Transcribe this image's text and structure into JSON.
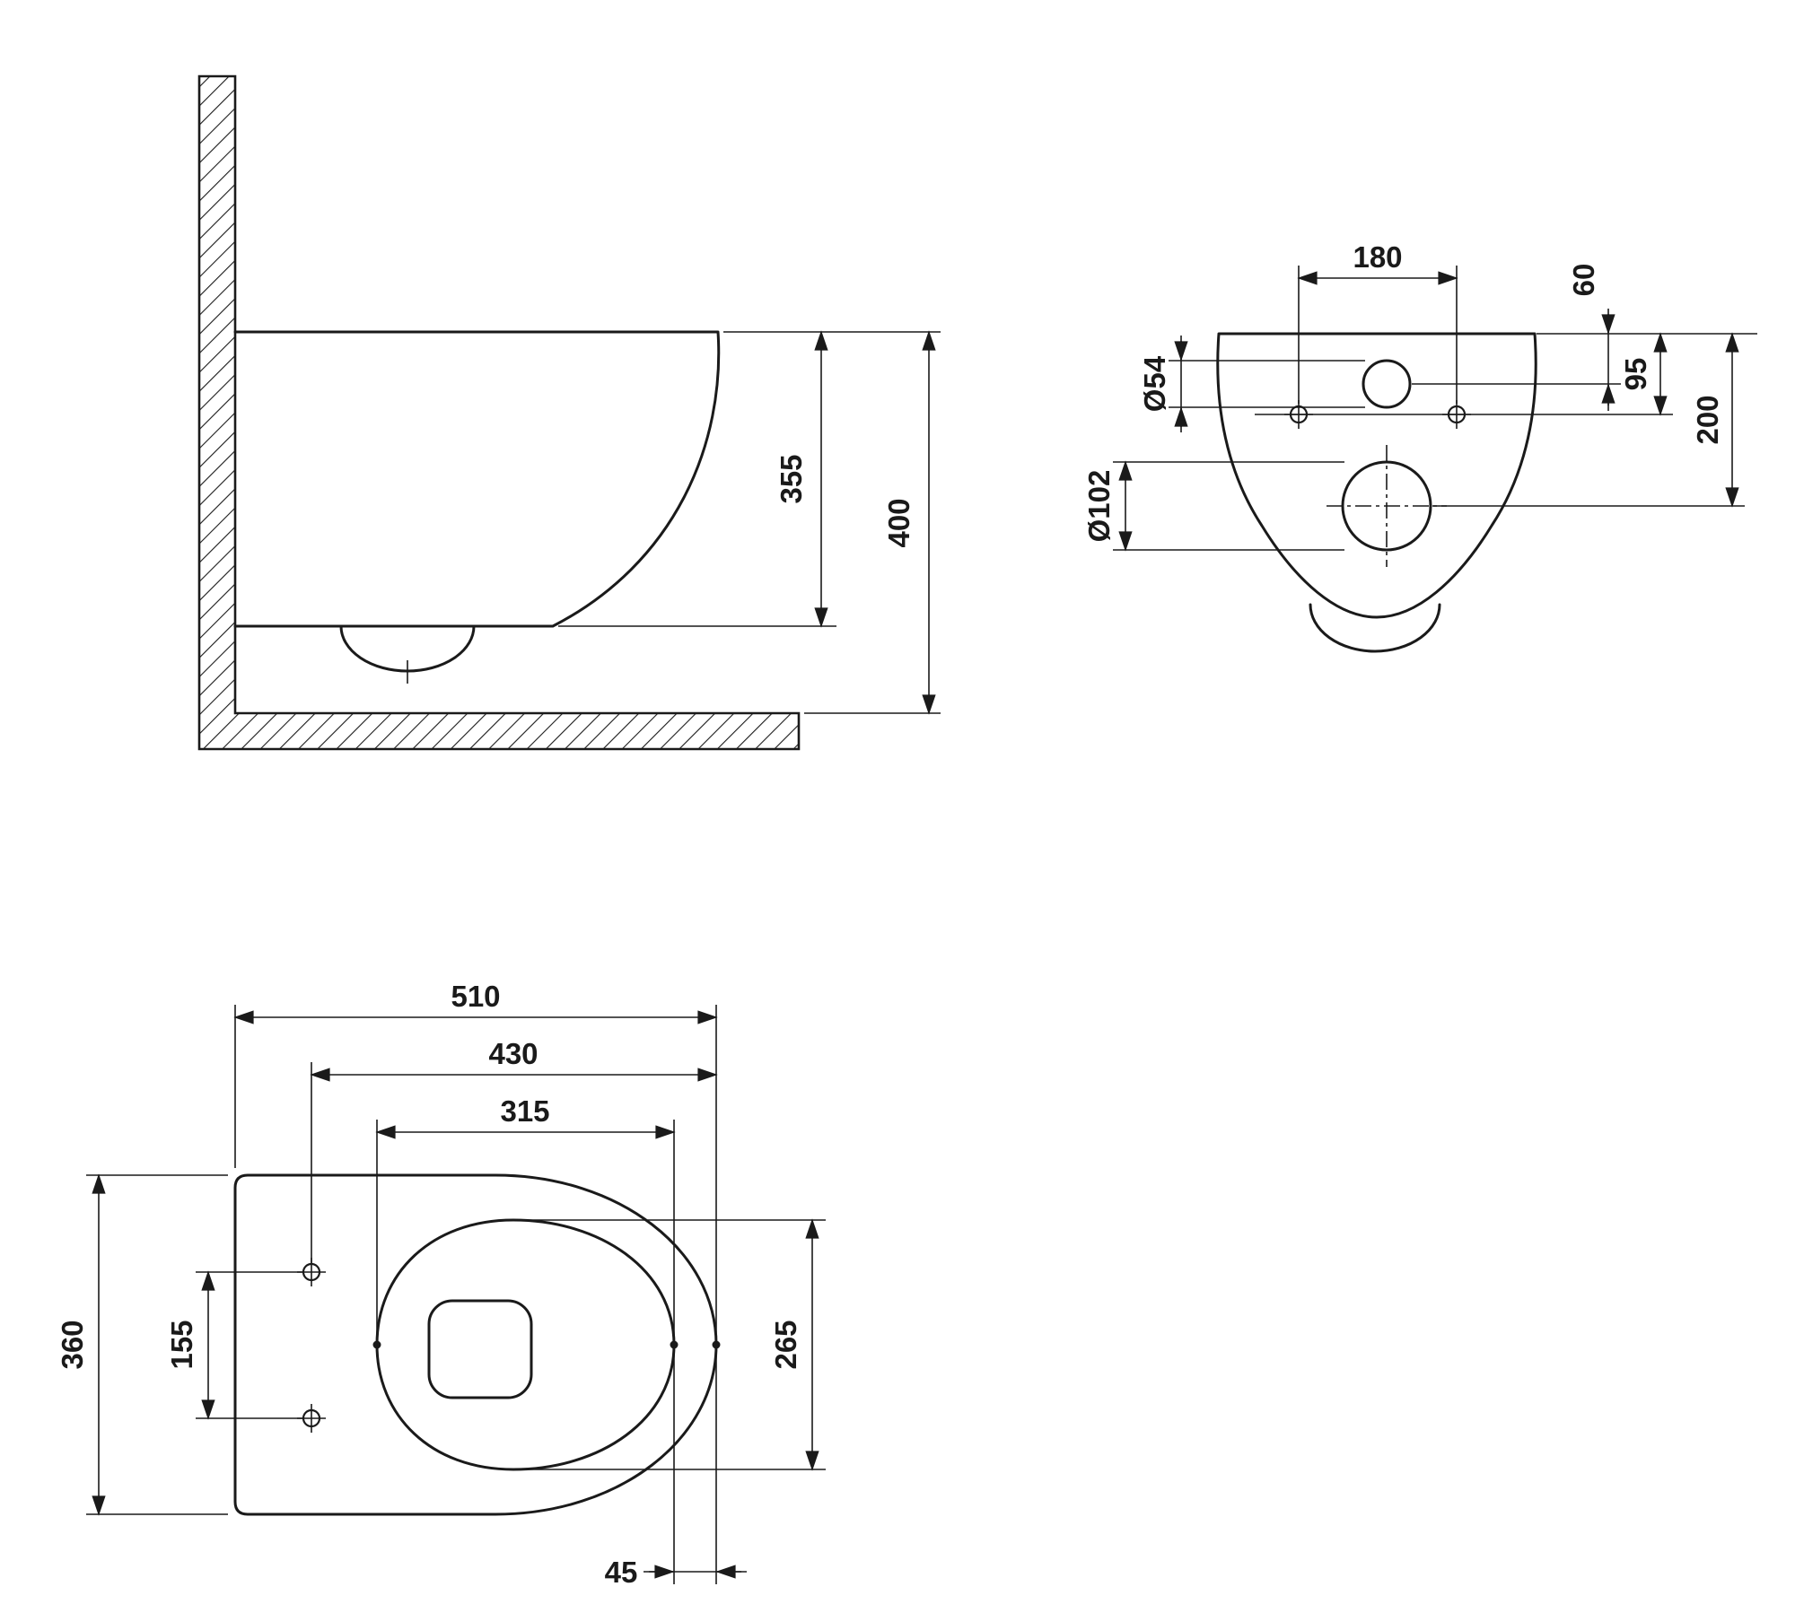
{
  "colors": {
    "line": "#1a1a1a",
    "background": "#ffffff"
  },
  "views": {
    "side": {
      "bowl_height": "355",
      "total_height": "400"
    },
    "rear": {
      "bolt_spacing": "180",
      "inlet_from_top": "60",
      "bolts_from_top": "95",
      "outlet_from_top": "200",
      "inlet_diameter": "Ø54",
      "outlet_diameter": "Ø102"
    },
    "top": {
      "total_length": "510",
      "bolts_to_front": "430",
      "bowl_length": "315",
      "total_width": "360",
      "bolt_spacing": "155",
      "bowl_width": "265",
      "bowl_to_front": "45"
    }
  }
}
